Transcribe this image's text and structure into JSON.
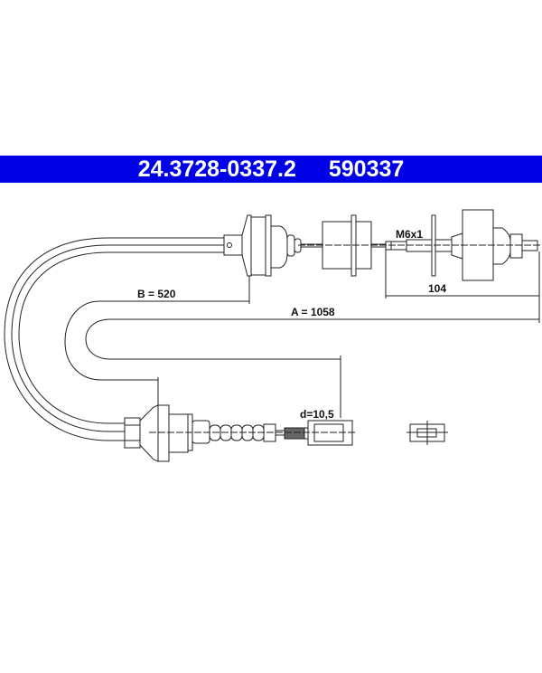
{
  "header": {
    "part_number": "24.3728-0337.2",
    "reference_number": "590337",
    "background_color": "#0000e6"
  },
  "dimensions": {
    "b_label": "B = 520",
    "a_label": "A = 1058",
    "end_length_label": "104",
    "thread_label": "M6x1",
    "diameter_label": "d=10,5"
  }
}
